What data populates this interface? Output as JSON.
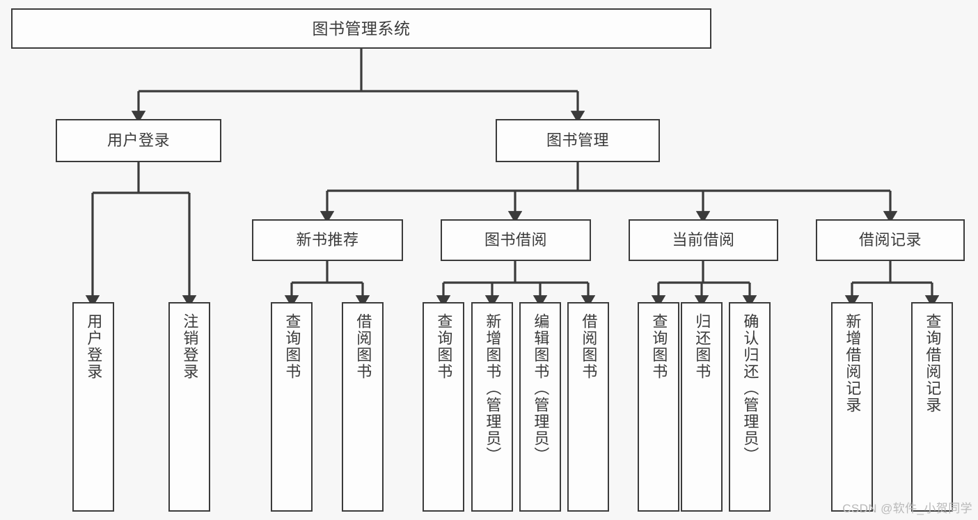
{
  "diagram": {
    "title": "图书管理系统",
    "type": "tree-hierarchy-chart",
    "colors": {
      "background": "#f7f7f7",
      "box_fill": "#fdfdfd",
      "line": "#3b3b3b",
      "text": "#3a3a3a",
      "watermark": "#b9b9b9"
    },
    "nodes": {
      "root": {
        "label": "图书管理系统"
      },
      "level1": [
        {
          "label": "用户登录"
        },
        {
          "label": "图书管理"
        }
      ],
      "level2": [
        {
          "label": "新书推荐"
        },
        {
          "label": "图书借阅"
        },
        {
          "label": "当前借阅"
        },
        {
          "label": "借阅记录"
        }
      ],
      "leaves_user_login": [
        {
          "label": "用户登录"
        },
        {
          "label": "注销登录"
        }
      ],
      "leaves_new_books": [
        {
          "label": "查询图书"
        },
        {
          "label": "借阅图书"
        }
      ],
      "leaves_borrow": [
        {
          "label": "查询图书"
        },
        {
          "label": "新增图书（管理员）"
        },
        {
          "label": "编辑图书（管理员）"
        },
        {
          "label": "借阅图书"
        }
      ],
      "leaves_current": [
        {
          "label": "查询图书"
        },
        {
          "label": "归还图书"
        },
        {
          "label": "确认归还（管理员）"
        }
      ],
      "leaves_records": [
        {
          "label": "新增借阅记录"
        },
        {
          "label": "查询借阅记录"
        }
      ]
    },
    "watermark": "CSDN @软件_小贺同学"
  }
}
